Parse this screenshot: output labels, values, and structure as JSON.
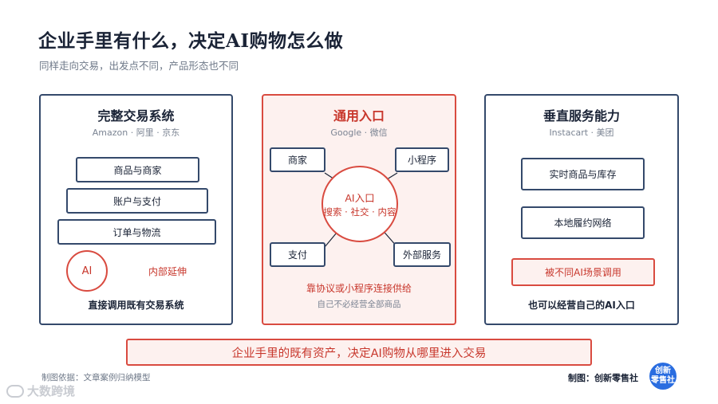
{
  "title": "企业手里有什么，决定AI购物怎么做",
  "subtitle": "同样走向交易，出发点不同，产品形态也不同",
  "panels": {
    "left": {
      "title": "完整交易系统",
      "sub": "Amazon · 阿里 · 京东",
      "items": [
        "商品与商家",
        "账户与支付",
        "订单与物流"
      ],
      "ai_label": "AI",
      "ai_note": "内部延伸",
      "footer": "直接调用既有交易系统"
    },
    "mid": {
      "title": "通用入口",
      "sub": "Google · 微信",
      "hub_title": "AI入口",
      "hub_sub": "搜索 · 社交 · 内容",
      "nodes": [
        "商家",
        "小程序",
        "支付",
        "外部服务"
      ],
      "footer": "靠协议或小程序连接供给",
      "footer_sub": "自己不必经营全部商品"
    },
    "right": {
      "title": "垂直服务能力",
      "sub": "Instacart · 美团",
      "items": [
        "实时商品与库存",
        "本地履约网络"
      ],
      "highlight": "被不同AI场景调用",
      "footer": "也可以经营自己的AI入口"
    }
  },
  "banner": "企业手里的既有资产，决定AI购物从哪里进入交易",
  "footer_left": "制图依据：文章案例归纳模型",
  "footer_right": "制图：创新零售社",
  "logo_text": [
    "创新",
    "零售社"
  ],
  "watermark": "大数跨境",
  "colors": {
    "navy": "#34496b",
    "red": "#d94b40",
    "pink_bg": "#fdf1ef"
  }
}
